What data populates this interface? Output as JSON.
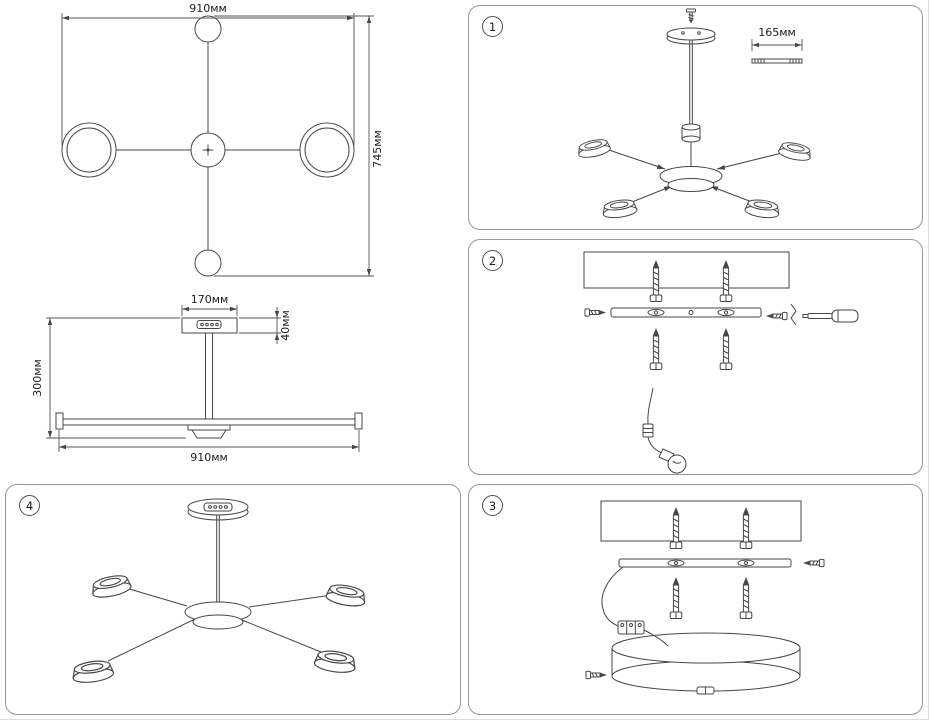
{
  "colors": {
    "background": "#ffffff",
    "line_art": "#474747",
    "panel_border": "#979797"
  },
  "top_view": {
    "width_label": "910мм",
    "height_label": "745мм"
  },
  "side_view": {
    "canopy_width_label": "170мм",
    "canopy_height_label": "40мм",
    "fixture_height_label": "300мм",
    "bar_width_label": "910мм"
  },
  "steps": {
    "step1": {
      "number": "1",
      "rod_length_label": "165мм"
    },
    "step2": {
      "number": "2"
    },
    "step3": {
      "number": "3"
    },
    "step4": {
      "number": "4"
    }
  }
}
